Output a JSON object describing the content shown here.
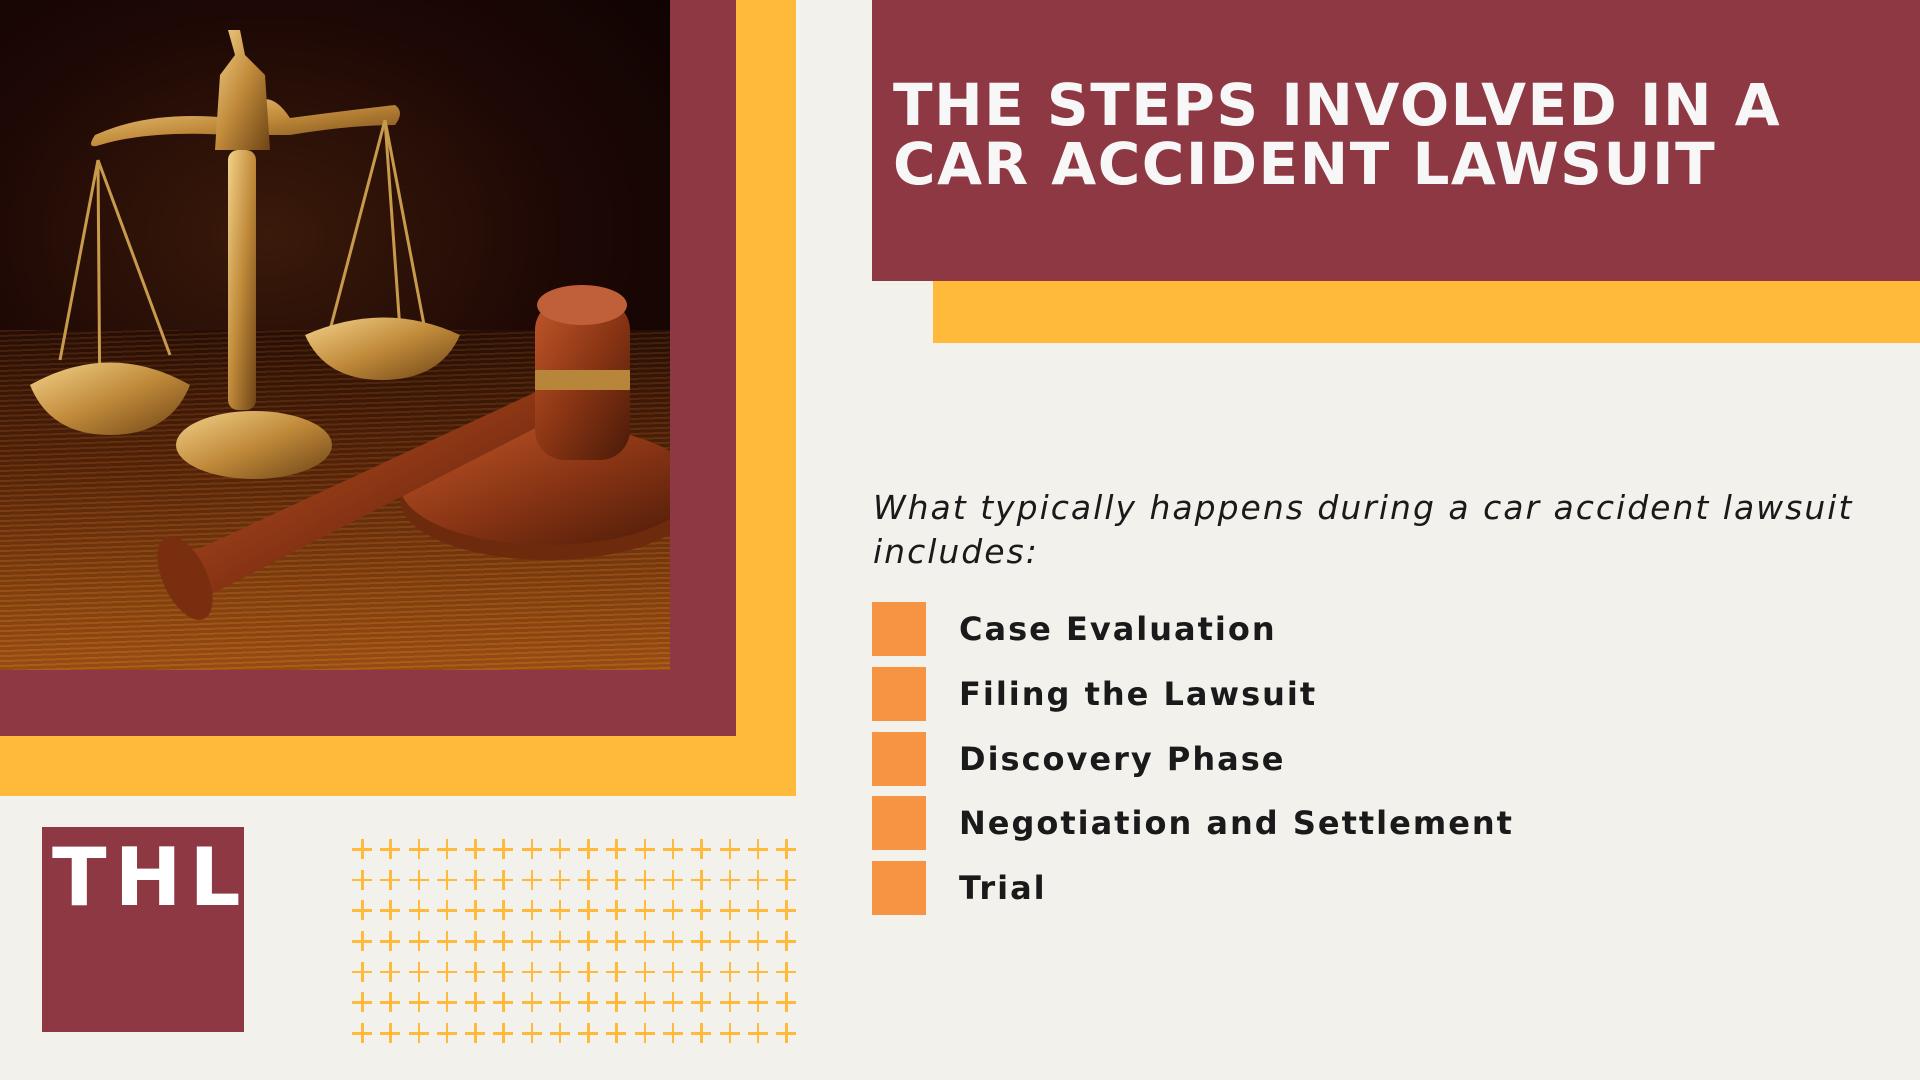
{
  "colors": {
    "background": "#F3F1EC",
    "maroon": "#8E3843",
    "yellow": "#FFBA3C",
    "orange_bullet": "#F79443",
    "text_dark": "#1A1A1A",
    "title_text": "#F7F7F7"
  },
  "photo": {
    "description": "Golden scales of justice and wooden gavel on a wooden table"
  },
  "header": {
    "title_line1": "THE STEPS INVOLVED IN A",
    "title_line2": "CAR ACCIDENT LAWSUIT"
  },
  "intro": {
    "text": "What typically happens during a car accident lawsuit includes:"
  },
  "steps": [
    {
      "label": "Case Evaluation"
    },
    {
      "label": "Filing the Lawsuit"
    },
    {
      "label": "Discovery Phase"
    },
    {
      "label": "Negotiation and Settlement"
    },
    {
      "label": "Trial"
    }
  ],
  "logo": {
    "text": "THL"
  },
  "decor": {
    "plus_grid_rows": 7,
    "plus_grid_cols": 16
  }
}
